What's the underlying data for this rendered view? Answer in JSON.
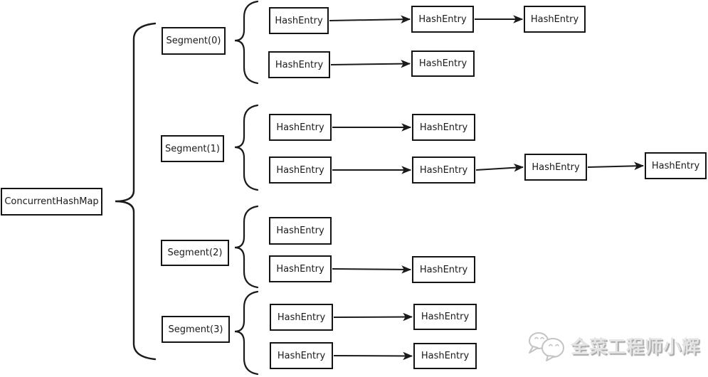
{
  "diagram": {
    "root_label": "ConcurrentHashMap",
    "segments": [
      {
        "label": "Segment(0)",
        "chains": [
          [
            "HashEntry",
            "HashEntry",
            "HashEntry"
          ],
          [
            "HashEntry",
            "HashEntry"
          ]
        ]
      },
      {
        "label": "Segment(1)",
        "chains": [
          [
            "HashEntry",
            "HashEntry"
          ],
          [
            "HashEntry",
            "HashEntry",
            "HashEntry",
            "HashEntry"
          ]
        ]
      },
      {
        "label": "Segment(2)",
        "chains": [
          [
            "HashEntry"
          ],
          [
            "HashEntry",
            "HashEntry"
          ]
        ]
      },
      {
        "label": "Segment(3)",
        "chains": [
          [
            "HashEntry",
            "HashEntry"
          ],
          [
            "HashEntry",
            "HashEntry"
          ]
        ]
      }
    ]
  },
  "watermark": {
    "text": "全菜工程师小辉",
    "icon": "wechat-chat-bubbles-icon"
  },
  "colors": {
    "line": "#1a1a1a",
    "background": "#ffffff",
    "watermark_gray": "#c4c4c4"
  }
}
